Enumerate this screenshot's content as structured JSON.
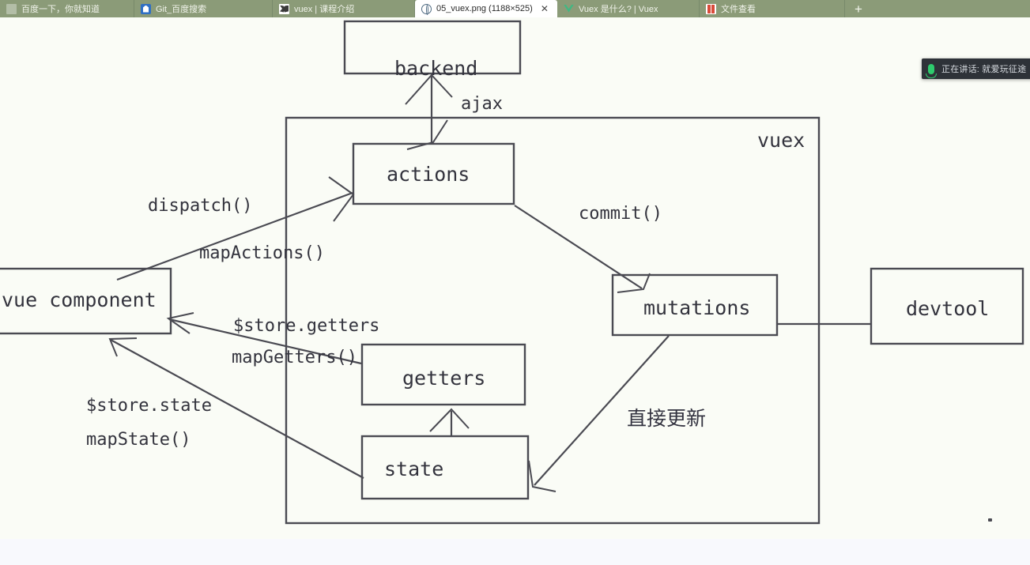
{
  "browser": {
    "tabs": [
      {
        "label": "百度一下，你就知道",
        "icon": "blank-page-icon",
        "active": false,
        "width": 170
      },
      {
        "label": "Git_百度搜索",
        "icon": "git-icon",
        "active": false,
        "width": 175
      },
      {
        "label": "vuex | 课程介绍",
        "icon": "book-icon",
        "active": false,
        "width": 180
      },
      {
        "label": "05_vuex.png (1188×525)",
        "icon": "globe-icon",
        "active": true,
        "width": 180,
        "close_label": "✕"
      },
      {
        "label": "Vuex 是什么? | Vuex",
        "icon": "vuex-logo-icon",
        "active": false,
        "width": 180
      },
      {
        "label": "文件查看",
        "icon": "file-icon",
        "active": false,
        "width": 184
      }
    ],
    "new_tab_label": "+"
  },
  "toast": {
    "text": "正在讲话: 就爱玩征途",
    "mic_icon": "microphone-icon",
    "collapse_icon": "chevron-right-icon"
  },
  "diagram": {
    "container_label": "vuex",
    "boxes": {
      "backend": "backend",
      "actions": "actions",
      "mutations": "mutations",
      "getters": "getters",
      "state": "state",
      "devtool": "devtool",
      "vue_component": "vue component"
    },
    "edges": {
      "ajax": "ajax",
      "dispatch": "dispatch()",
      "map_actions": "mapActions()",
      "commit": "commit()",
      "store_getters": "$store.getters",
      "map_getters": "mapGetters()",
      "store_state": "$store.state",
      "map_state": "mapState()",
      "direct_update": "直接更新"
    }
  },
  "colors": {
    "tabstrip": "#8b9b78",
    "canvas": "#fafcf6",
    "stroke": "#4a4a52",
    "toast_bg": "#2e3238",
    "mic_green": "#2ecb6d"
  }
}
